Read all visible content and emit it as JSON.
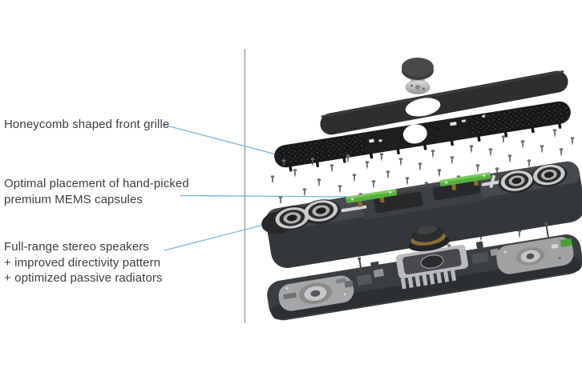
{
  "callouts": [
    {
      "lines": [
        "Honeycomb shaped front grille"
      ]
    },
    {
      "lines": [
        "Optimal placement of hand-picked",
        "premium MEMS capsules"
      ]
    },
    {
      "lines": [
        "Full-range stereo speakers",
        "+ improved directivity pattern",
        "+ optimized passive radiators"
      ]
    }
  ],
  "colors": {
    "label_text": "#3e3e3e",
    "callout_line": "#76b8dc",
    "divider": "#9c9c9c",
    "fabric_cover": "#2d2e30",
    "grille_dark": "#1d1e1f",
    "chassis_top": "#474a4d",
    "chassis_front": "#33363a",
    "rear_chassis": "#3b3e41",
    "pcb_green": "#54b13c",
    "metal_light": "#c3c5c7",
    "brass_ring": "#8a6d35"
  }
}
